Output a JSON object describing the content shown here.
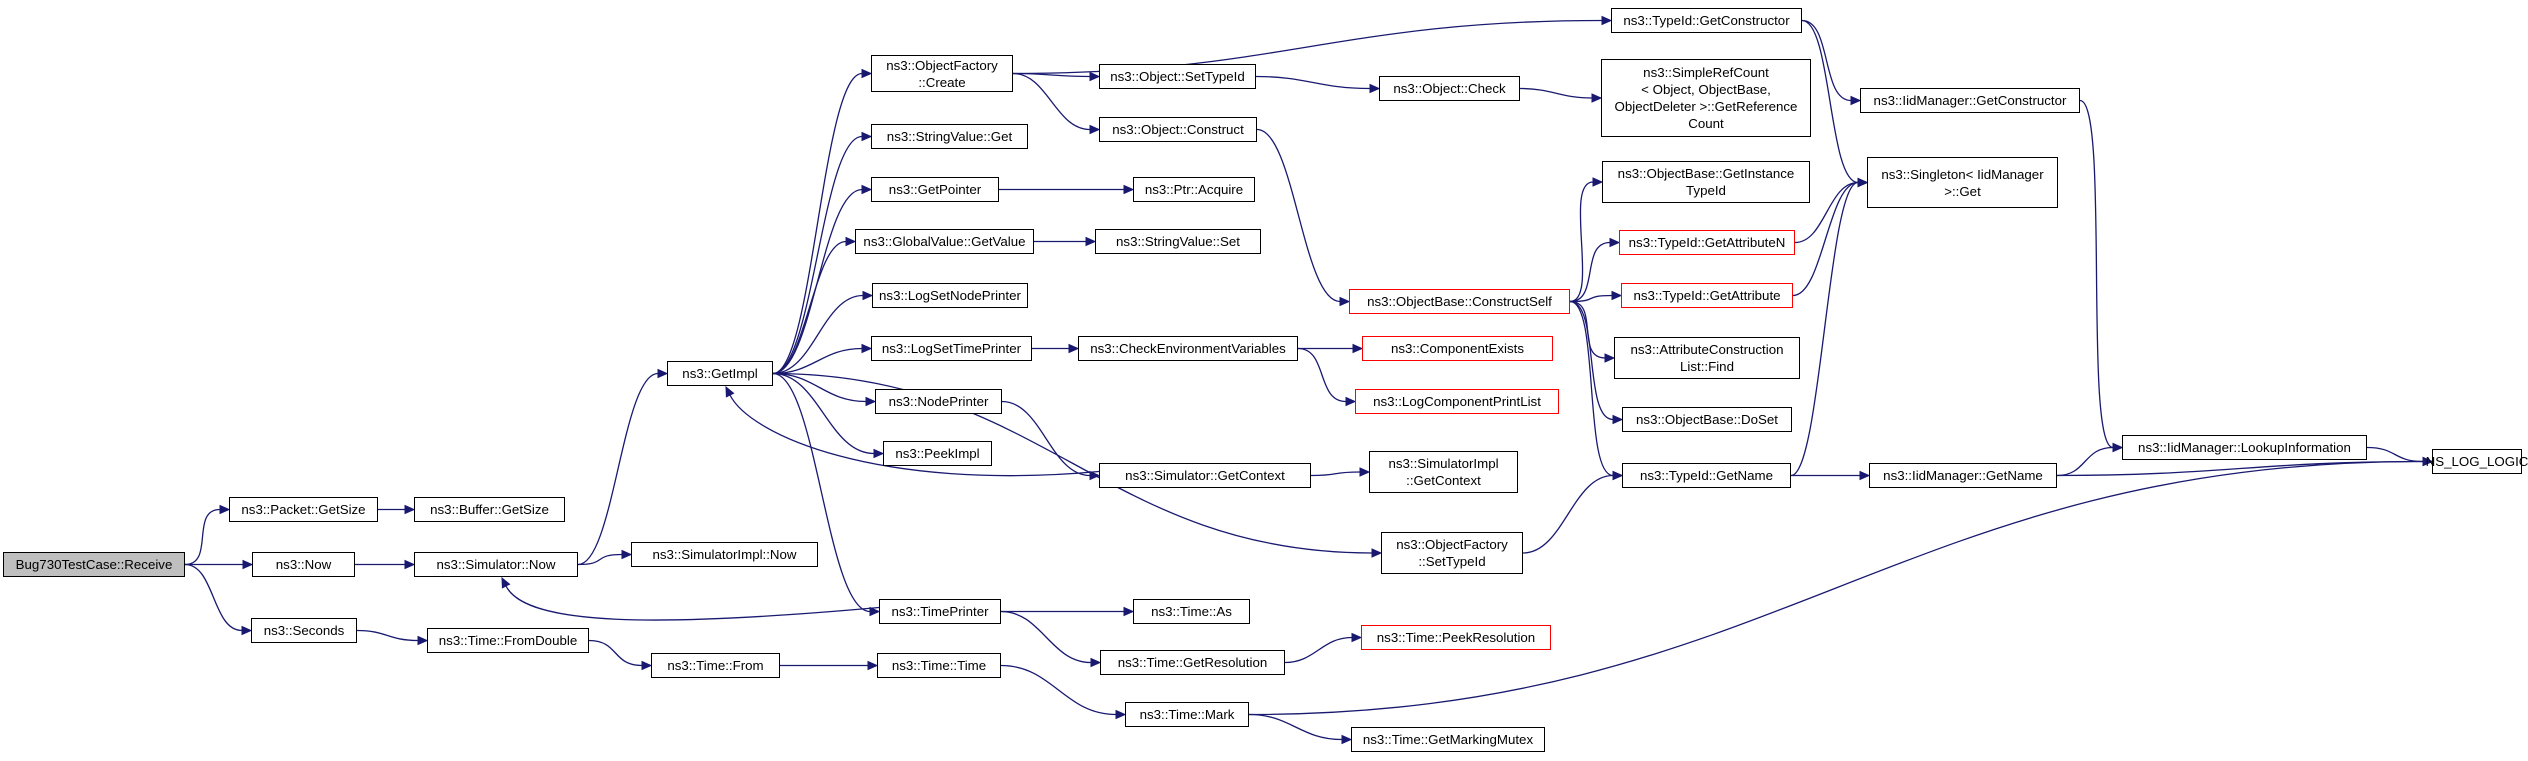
{
  "colors": {
    "edge": "#191970",
    "border": "#000000",
    "truncated_border": "#ff0000",
    "root_fill": "#bfbfbf"
  },
  "nodes": [
    {
      "id": "root",
      "label": "Bug730TestCase::Receive",
      "root": true
    },
    {
      "id": "packet_getsize",
      "label": "ns3::Packet::GetSize"
    },
    {
      "id": "buffer_getsize",
      "label": "ns3::Buffer::GetSize"
    },
    {
      "id": "now",
      "label": "ns3::Now"
    },
    {
      "id": "sim_now",
      "label": "ns3::Simulator::Now"
    },
    {
      "id": "simimpl_now",
      "label": "ns3::SimulatorImpl::Now"
    },
    {
      "id": "seconds",
      "label": "ns3::Seconds"
    },
    {
      "id": "time_fromdouble",
      "label": "ns3::Time::FromDouble"
    },
    {
      "id": "time_from",
      "label": "ns3::Time::From"
    },
    {
      "id": "time_time",
      "label": "ns3::Time::Time"
    },
    {
      "id": "time_mark",
      "label": "ns3::Time::Mark"
    },
    {
      "id": "time_getmarkingmutex",
      "label": "ns3::Time::GetMarkingMutex"
    },
    {
      "id": "getimpl",
      "label": "ns3::GetImpl"
    },
    {
      "id": "objfactory_create",
      "label": "ns3::ObjectFactory\n::Create"
    },
    {
      "id": "stringvalue_get",
      "label": "ns3::StringValue::Get"
    },
    {
      "id": "getpointer",
      "label": "ns3::GetPointer"
    },
    {
      "id": "globalvalue_getvalue",
      "label": "ns3::GlobalValue::GetValue"
    },
    {
      "id": "logsetnodeprinter",
      "label": "ns3::LogSetNodePrinter"
    },
    {
      "id": "logsettimeprinter",
      "label": "ns3::LogSetTimePrinter"
    },
    {
      "id": "nodeprinter",
      "label": "ns3::NodePrinter"
    },
    {
      "id": "peekimpl",
      "label": "ns3::PeekImpl"
    },
    {
      "id": "timeprinter",
      "label": "ns3::TimePrinter"
    },
    {
      "id": "object_settypeid",
      "label": "ns3::Object::SetTypeId"
    },
    {
      "id": "object_construct",
      "label": "ns3::Object::Construct"
    },
    {
      "id": "ptr_acquire",
      "label": "ns3::Ptr::Acquire"
    },
    {
      "id": "stringvalue_set",
      "label": "ns3::StringValue::Set"
    },
    {
      "id": "checkenvvars",
      "label": "ns3::CheckEnvironmentVariables"
    },
    {
      "id": "sim_getcontext",
      "label": "ns3::Simulator::GetContext"
    },
    {
      "id": "time_as",
      "label": "ns3::Time::As"
    },
    {
      "id": "time_getresolution",
      "label": "ns3::Time::GetResolution"
    },
    {
      "id": "object_check",
      "label": "ns3::Object::Check"
    },
    {
      "id": "objbase_constructself",
      "label": "ns3::ObjectBase::ConstructSelf",
      "truncated": true
    },
    {
      "id": "componentexists",
      "label": "ns3::ComponentExists",
      "truncated": true
    },
    {
      "id": "logcomponentprintlist",
      "label": "ns3::LogComponentPrintList",
      "truncated": true
    },
    {
      "id": "simimpl_getcontext",
      "label": "ns3::SimulatorImpl\n::GetContext"
    },
    {
      "id": "objfactory_settypeid",
      "label": "ns3::ObjectFactory\n::SetTypeId"
    },
    {
      "id": "time_peekresolution",
      "label": "ns3::Time::PeekResolution",
      "truncated": true
    },
    {
      "id": "typeid_getconstructor",
      "label": "ns3::TypeId::GetConstructor"
    },
    {
      "id": "simplerefcount",
      "label": "ns3::SimpleRefCount\n< Object, ObjectBase,\n ObjectDeleter >::GetReference\nCount"
    },
    {
      "id": "objbase_getinstancetypeid",
      "label": "ns3::ObjectBase::GetInstance\nTypeId"
    },
    {
      "id": "typeid_getattributen",
      "label": "ns3::TypeId::GetAttributeN",
      "truncated": true
    },
    {
      "id": "typeid_getattribute",
      "label": "ns3::TypeId::GetAttribute",
      "truncated": true
    },
    {
      "id": "attrconstructionlist_find",
      "label": "ns3::AttributeConstruction\nList::Find"
    },
    {
      "id": "objbase_doset",
      "label": "ns3::ObjectBase::DoSet"
    },
    {
      "id": "typeid_getname",
      "label": "ns3::TypeId::GetName"
    },
    {
      "id": "iidmanager_getconstructor",
      "label": "ns3::IidManager::GetConstructor"
    },
    {
      "id": "singleton_get",
      "label": "ns3::Singleton< IidManager\n >::Get"
    },
    {
      "id": "iidmanager_getname",
      "label": "ns3::IidManager::GetName"
    },
    {
      "id": "iidmanager_lookupinformation",
      "label": "ns3::IidManager::LookupInformation"
    },
    {
      "id": "ns_log_logic",
      "label": "NS_LOG_LOGIC"
    }
  ],
  "edges": [
    [
      "root",
      "packet_getsize"
    ],
    [
      "root",
      "now"
    ],
    [
      "root",
      "seconds"
    ],
    [
      "packet_getsize",
      "buffer_getsize"
    ],
    [
      "now",
      "sim_now"
    ],
    [
      "sim_now",
      "simimpl_now"
    ],
    [
      "sim_now",
      "getimpl"
    ],
    [
      "seconds",
      "time_fromdouble"
    ],
    [
      "time_fromdouble",
      "time_from"
    ],
    [
      "time_from",
      "time_time"
    ],
    [
      "time_time",
      "time_mark"
    ],
    [
      "time_mark",
      "time_getmarkingmutex"
    ],
    [
      "time_mark",
      "ns_log_logic"
    ],
    [
      "getimpl",
      "objfactory_create"
    ],
    [
      "getimpl",
      "stringvalue_get"
    ],
    [
      "getimpl",
      "getpointer"
    ],
    [
      "getimpl",
      "globalvalue_getvalue"
    ],
    [
      "getimpl",
      "logsetnodeprinter"
    ],
    [
      "getimpl",
      "logsettimeprinter"
    ],
    [
      "getimpl",
      "nodeprinter"
    ],
    [
      "getimpl",
      "peekimpl"
    ],
    [
      "getimpl",
      "timeprinter"
    ],
    [
      "getimpl",
      "objfactory_settypeid"
    ],
    [
      "objfactory_create",
      "typeid_getconstructor"
    ],
    [
      "objfactory_create",
      "object_settypeid"
    ],
    [
      "objfactory_create",
      "object_construct"
    ],
    [
      "getpointer",
      "ptr_acquire"
    ],
    [
      "globalvalue_getvalue",
      "stringvalue_set"
    ],
    [
      "logsettimeprinter",
      "checkenvvars"
    ],
    [
      "nodeprinter",
      "sim_getcontext"
    ],
    [
      "timeprinter",
      "sim_now"
    ],
    [
      "timeprinter",
      "time_as"
    ],
    [
      "timeprinter",
      "time_getresolution"
    ],
    [
      "object_settypeid",
      "object_check"
    ],
    [
      "object_construct",
      "objbase_constructself"
    ],
    [
      "checkenvvars",
      "componentexists"
    ],
    [
      "checkenvvars",
      "logcomponentprintlist"
    ],
    [
      "sim_getcontext",
      "getimpl"
    ],
    [
      "sim_getcontext",
      "simimpl_getcontext"
    ],
    [
      "time_getresolution",
      "time_peekresolution"
    ],
    [
      "object_check",
      "simplerefcount"
    ],
    [
      "objbase_constructself",
      "objbase_getinstancetypeid"
    ],
    [
      "objbase_constructself",
      "typeid_getattributen"
    ],
    [
      "objbase_constructself",
      "typeid_getattribute"
    ],
    [
      "objbase_constructself",
      "attrconstructionlist_find"
    ],
    [
      "objbase_constructself",
      "objbase_doset"
    ],
    [
      "objbase_constructself",
      "typeid_getname"
    ],
    [
      "objfactory_settypeid",
      "typeid_getname"
    ],
    [
      "typeid_getconstructor",
      "iidmanager_getconstructor"
    ],
    [
      "typeid_getconstructor",
      "singleton_get"
    ],
    [
      "typeid_getattributen",
      "singleton_get"
    ],
    [
      "typeid_getattribute",
      "singleton_get"
    ],
    [
      "typeid_getname",
      "singleton_get"
    ],
    [
      "typeid_getname",
      "iidmanager_getname"
    ],
    [
      "iidmanager_getconstructor",
      "iidmanager_lookupinformation"
    ],
    [
      "iidmanager_getname",
      "iidmanager_lookupinformation"
    ],
    [
      "iidmanager_getname",
      "ns_log_logic"
    ],
    [
      "iidmanager_lookupinformation",
      "ns_log_logic"
    ]
  ]
}
